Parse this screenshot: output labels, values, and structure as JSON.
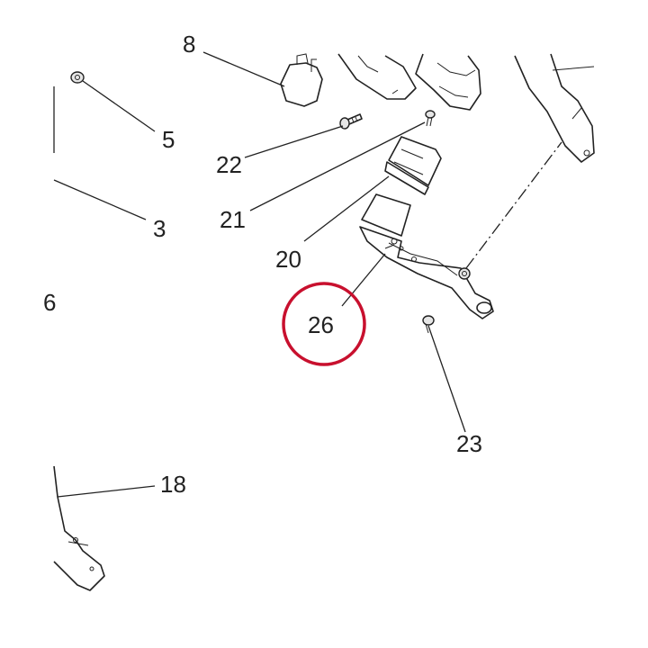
{
  "diagram": {
    "callouts": {
      "c5": "5",
      "c3": "3",
      "c6_partial": "6",
      "c22": "22",
      "c21": "21",
      "c20": "20",
      "c26": "26",
      "c23": "23",
      "c18": "18"
    },
    "highlight": {
      "target": "26",
      "color": "#c8102e"
    }
  }
}
